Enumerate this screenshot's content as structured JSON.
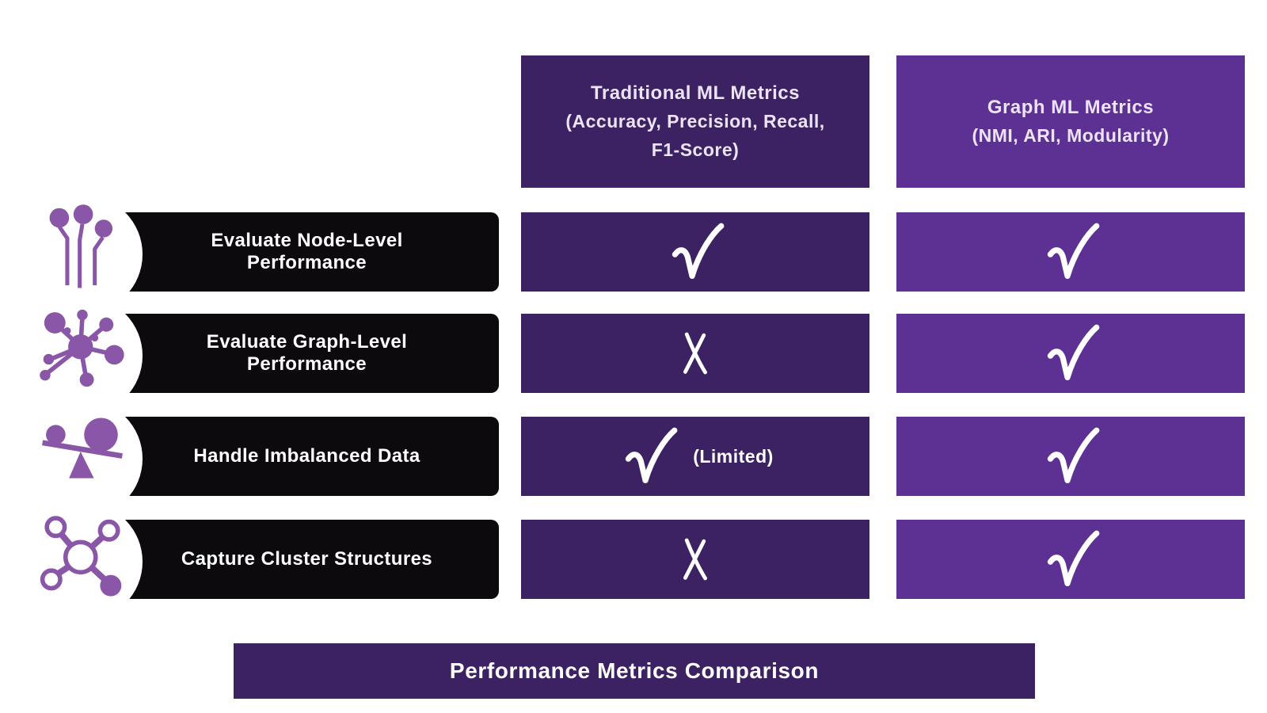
{
  "columns": [
    {
      "name": "traditional",
      "title": "Traditional ML Metrics",
      "subtitle": "(Accuracy, Precision, Recall, F1-Score)"
    },
    {
      "name": "graph",
      "title": "Graph ML Metrics",
      "subtitle": "(NMI, ARI, Modularity)"
    }
  ],
  "rows": [
    {
      "label": "Evaluate Node-Level Performance",
      "icon": "node-pins-icon",
      "traditional": {
        "mark": "check",
        "note": ""
      },
      "graph": {
        "mark": "check",
        "note": ""
      }
    },
    {
      "label": "Evaluate Graph-Level Performance",
      "icon": "network-hub-icon",
      "traditional": {
        "mark": "cross",
        "note": ""
      },
      "graph": {
        "mark": "check",
        "note": ""
      }
    },
    {
      "label": "Handle Imbalanced Data",
      "icon": "balance-scale-icon",
      "traditional": {
        "mark": "check",
        "note": "(Limited)"
      },
      "graph": {
        "mark": "check",
        "note": ""
      }
    },
    {
      "label": "Capture Cluster Structures",
      "icon": "cluster-icon",
      "traditional": {
        "mark": "cross",
        "note": ""
      },
      "graph": {
        "mark": "check",
        "note": ""
      }
    }
  ],
  "footer": {
    "title": "Performance Metrics Comparison"
  },
  "colors": {
    "dark_purple": "#3d2263",
    "light_purple": "#5c3193",
    "row_bar_black": "#0c0a0d",
    "icon_purple": "#8a56a7",
    "mark_white": "#ffffff"
  }
}
